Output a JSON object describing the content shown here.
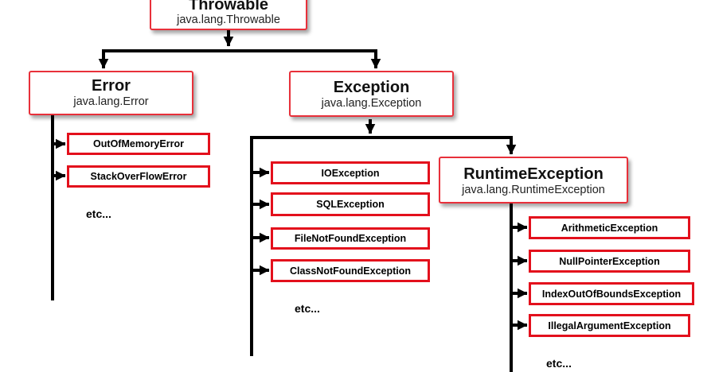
{
  "root": {
    "title": "Throwable",
    "subtitle": "java.lang.Throwable"
  },
  "error": {
    "title": "Error",
    "subtitle": "java.lang.Error",
    "children": [
      "OutOfMemoryError",
      "StackOverFlowError"
    ],
    "more": "etc..."
  },
  "exception": {
    "title": "Exception",
    "subtitle": "java.lang.Exception",
    "children": [
      "IOException",
      "SQLException",
      "FileNotFoundException",
      "ClassNotFoundException"
    ],
    "more": "etc..."
  },
  "runtime": {
    "title": "RuntimeException",
    "subtitle": "java.lang.RuntimeException",
    "children": [
      "ArithmeticException",
      "NullPointerException",
      "IndexOutOfBoundsException",
      "IllegalArgumentException"
    ],
    "more": "etc..."
  },
  "colors": {
    "border": "#e3101c",
    "connector": "#000000"
  }
}
